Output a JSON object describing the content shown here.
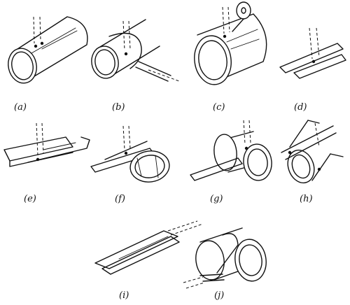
{
  "labels": {
    "a": "(a)",
    "b": "(b)",
    "c": "(c)",
    "d": "(d)",
    "e": "(e)",
    "f": "(f)",
    "g": "(g)",
    "h": "(h)",
    "i": "(i)",
    "j": "(j)"
  },
  "colors": {
    "ink": "#111111",
    "paper": "#ffffff"
  }
}
